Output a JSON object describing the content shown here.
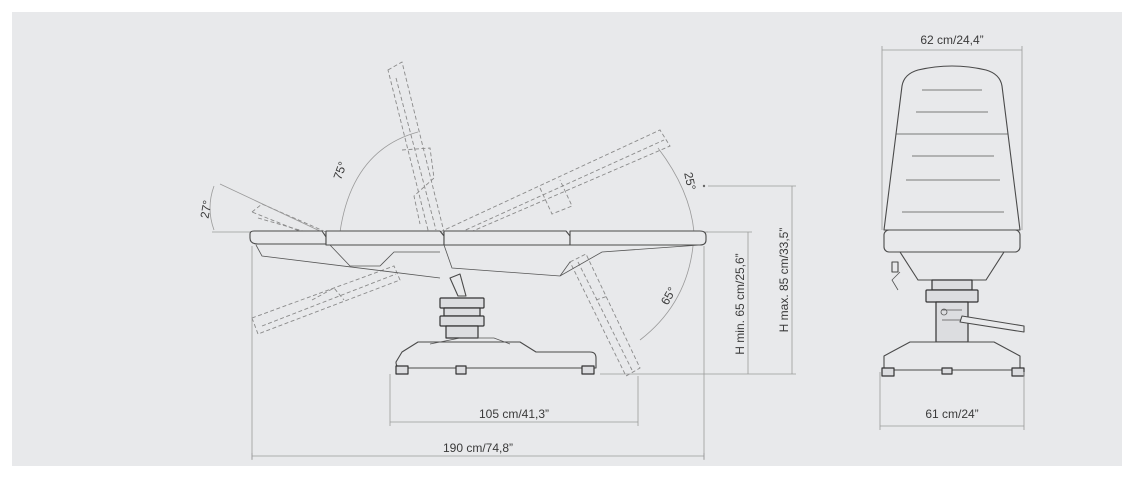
{
  "labels": {
    "angle_27": "27°",
    "angle_75": "75°",
    "angle_25": "25°",
    "angle_65": "65°",
    "length_total": "190 cm/74,8”",
    "length_base": "105 cm/41,3”",
    "height_min": "H min. 65 cm/25,6”",
    "height_max": "H max. 85 cm/33,5”",
    "width_top": "62 cm/24,4”",
    "width_base": "61 cm/24”"
  }
}
